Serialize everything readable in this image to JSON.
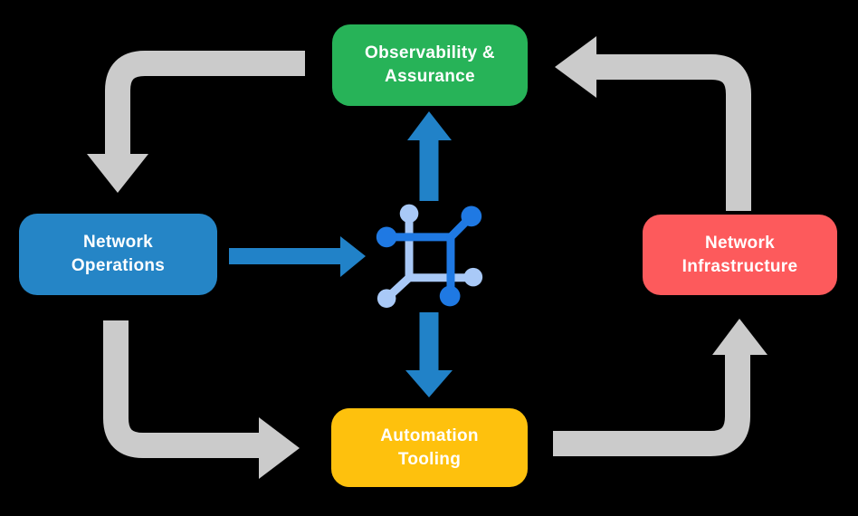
{
  "diagram": {
    "title": "Network automation lifecycle diagram",
    "background_color": "#000000",
    "nodes": [
      {
        "id": "observability",
        "label": "Observability &\nAssurance",
        "color": "#27b358",
        "text_color": "#ffffff"
      },
      {
        "id": "operations",
        "label": "Network\nOperations",
        "color": "#2585c6",
        "text_color": "#ffffff"
      },
      {
        "id": "infrastructure",
        "label": "Network\nInfrastructure",
        "color": "#fd5a5c",
        "text_color": "#ffffff"
      },
      {
        "id": "tooling",
        "label": "Automation\nTooling",
        "color": "#fec10d",
        "text_color": "#ffffff"
      }
    ],
    "center_icon": {
      "name": "network-mesh-icon",
      "primary_color": "#1f79e3",
      "secondary_color": "#a9c9f7"
    },
    "arrows": {
      "cycle_color": "#cbcbcb",
      "hub_color": "#2182c8",
      "cycle": [
        {
          "from": "observability",
          "to": "operations"
        },
        {
          "from": "operations",
          "to": "tooling"
        },
        {
          "from": "tooling",
          "to": "infrastructure"
        },
        {
          "from": "infrastructure",
          "to": "observability"
        }
      ],
      "hub": [
        {
          "from": "operations",
          "to": "center-icon"
        },
        {
          "from": "center-icon",
          "to": "observability"
        },
        {
          "from": "center-icon",
          "to": "tooling"
        }
      ]
    }
  }
}
